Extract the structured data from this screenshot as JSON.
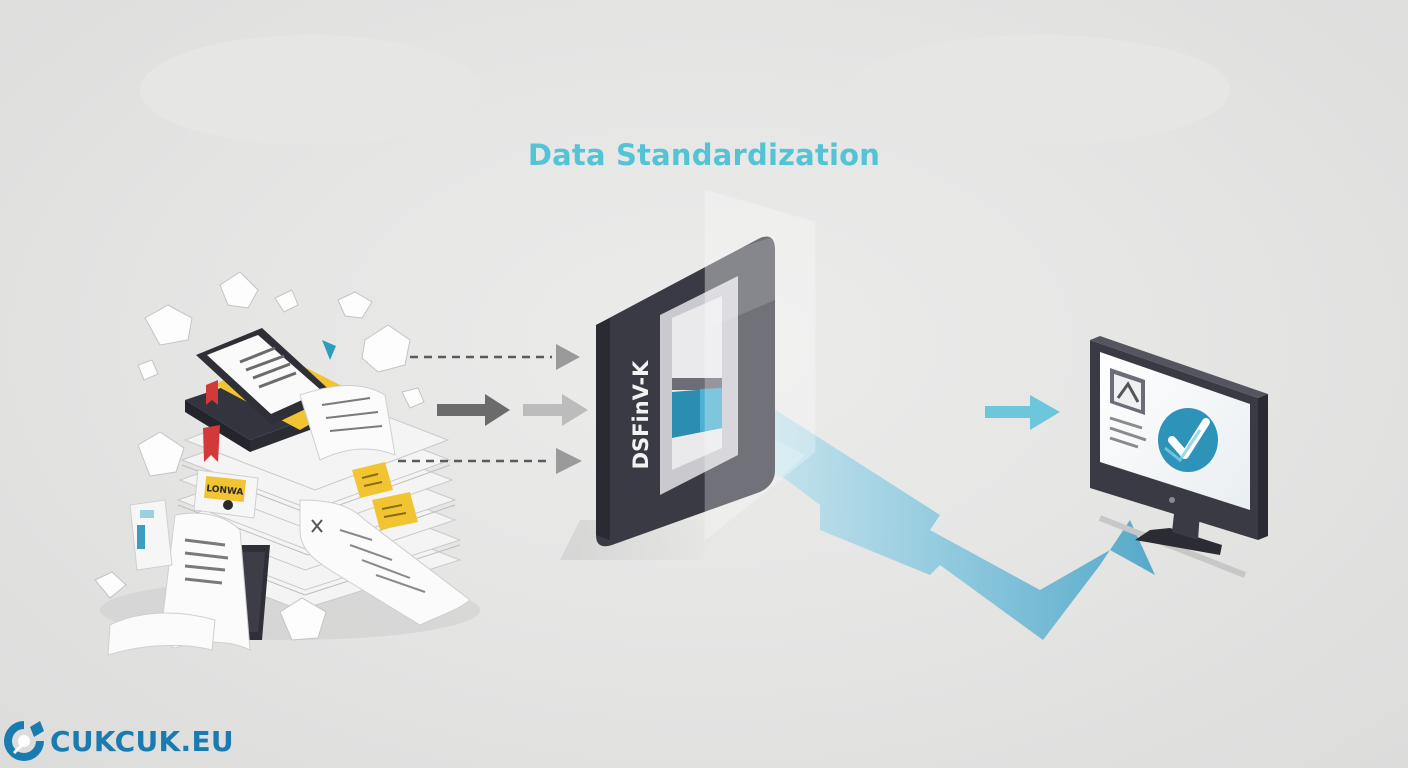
{
  "title": "Data Standardization",
  "gateway": {
    "label": "DSFinV-K"
  },
  "receipt_badge": {
    "text": "LONWA"
  },
  "brand": {
    "name": "CUKCUK.EU",
    "color": "#1a7bb0"
  },
  "colors": {
    "title": "#55c3d6",
    "accent": "#2f9bbd",
    "dark": "#3a3a45",
    "note": "#f3c431",
    "bookmark": "#d23a3a"
  },
  "icons": [
    "crumpled-paper-icon",
    "receipt-icon",
    "sticky-note-icon",
    "monitor-icon",
    "checkmark-icon",
    "image-icon",
    "brand-logo-icon"
  ]
}
